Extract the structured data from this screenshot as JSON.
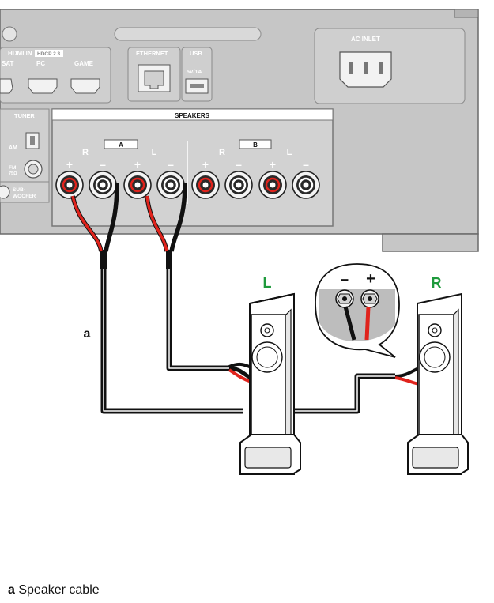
{
  "receiver": {
    "hdmi_in_label": "HDMI IN",
    "hdcp_label": "HDCP 2.3",
    "hdmi_ports": [
      "SAT",
      "PC",
      "GAME"
    ],
    "ethernet_label": "ETHERNET",
    "usb_label": "USB",
    "usb_rating": "5V/1A",
    "ac_inlet_label": "AC INLET",
    "tuner_label": "TUNER",
    "am_label": "AM",
    "fm_label": "FM",
    "fm_ohm_label": "75Ω",
    "subwoofer_label": "SUB-\nWOOFER",
    "speakers_label": "SPEAKERS",
    "zone_a_label": "A",
    "zone_b_label": "B",
    "channel_r": "R",
    "channel_l": "L",
    "plus_sign": "+",
    "minus_sign": "–"
  },
  "speakers": {
    "left_label": "L",
    "right_label": "R",
    "label_color": "#1e9a3c",
    "callout_minus": "–",
    "callout_plus": "+"
  },
  "cable": {
    "positive_color": "#e0231c",
    "negative_color": "#111111",
    "label": "a"
  },
  "legend": {
    "letter": "a",
    "text": "Speaker cable"
  }
}
